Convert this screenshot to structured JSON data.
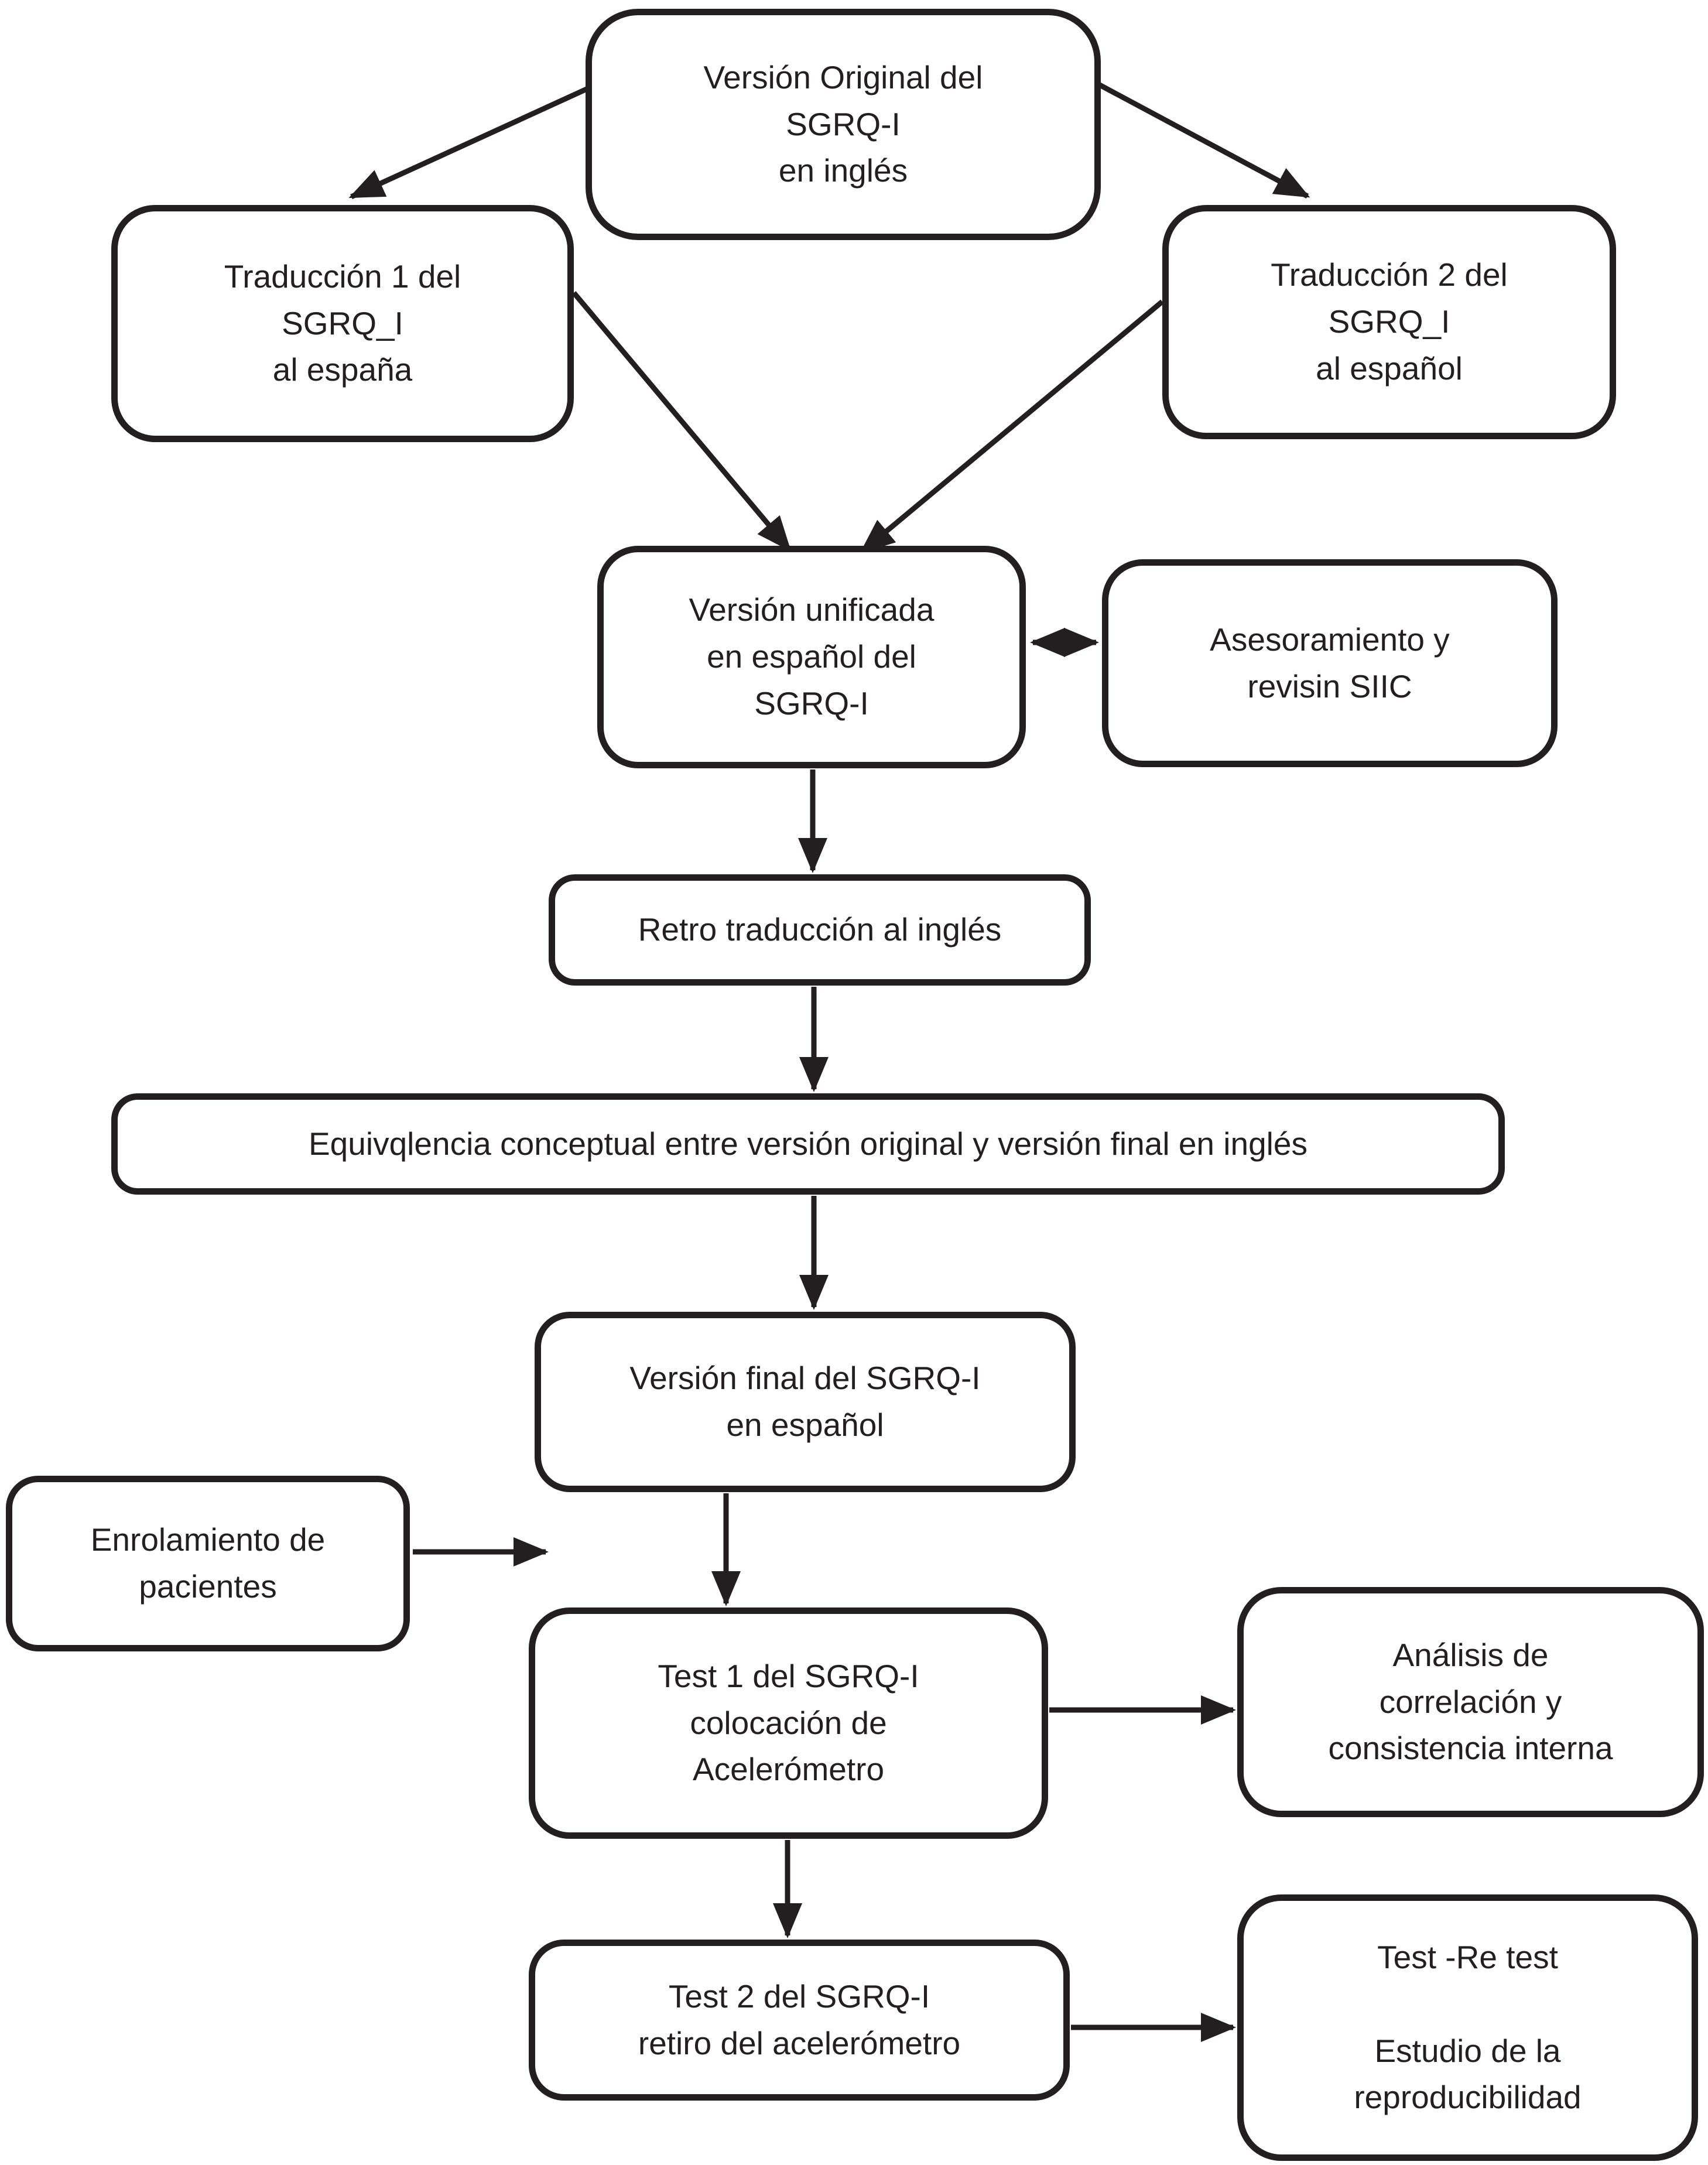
{
  "colors": {
    "line": "#231f20",
    "text": "#231f20",
    "background": "#ffffff"
  },
  "nodes": {
    "original": {
      "lines": [
        "Versión Original del",
        "SGRQ-I",
        "en inglés"
      ]
    },
    "traduccion1": {
      "lines": [
        "Traducción 1 del",
        "SGRQ_I",
        "al españa"
      ]
    },
    "traduccion2": {
      "lines": [
        "Traducción 2 del",
        "SGRQ_I",
        "al español"
      ]
    },
    "unificada": {
      "lines": [
        "Versión unificada",
        "en español del",
        "SGRQ-I"
      ]
    },
    "asesoramiento": {
      "lines": [
        "Asesoramiento y",
        "revisin SIIC"
      ]
    },
    "retro": {
      "lines": [
        "Retro traducción al inglés"
      ]
    },
    "equivalencia": {
      "lines": [
        "Equivqlencia conceptual entre versión original y versión final en inglés"
      ]
    },
    "final": {
      "lines": [
        "Versión final del SGRQ-I",
        "en español"
      ]
    },
    "enrolamiento": {
      "lines": [
        "Enrolamiento de",
        "pacientes"
      ]
    },
    "test1": {
      "lines": [
        "Test 1 del SGRQ-I",
        "colocación de",
        "Acelerómetro"
      ]
    },
    "analisis": {
      "lines": [
        "Análisis de",
        "correlación y",
        "consistencia interna"
      ]
    },
    "test2": {
      "lines": [
        "Test 2 del SGRQ-I",
        "retiro del acelerómetro"
      ]
    },
    "retest": {
      "lines": [
        "Test -Re test",
        "",
        "Estudio de la",
        "reproducibilidad"
      ]
    }
  },
  "edges": [
    {
      "from": "original",
      "to": "traduccion1",
      "bidirectional": false
    },
    {
      "from": "original",
      "to": "traduccion2",
      "bidirectional": false
    },
    {
      "from": "traduccion1",
      "to": "unificada",
      "bidirectional": false
    },
    {
      "from": "traduccion2",
      "to": "unificada",
      "bidirectional": false
    },
    {
      "from": "unificada",
      "to": "asesoramiento",
      "bidirectional": true
    },
    {
      "from": "unificada",
      "to": "retro",
      "bidirectional": false
    },
    {
      "from": "retro",
      "to": "equivalencia",
      "bidirectional": false
    },
    {
      "from": "equivalencia",
      "to": "final",
      "bidirectional": false
    },
    {
      "from": "final",
      "to": "test1",
      "bidirectional": false
    },
    {
      "from": "enrolamiento",
      "to": "test1",
      "bidirectional": false
    },
    {
      "from": "test1",
      "to": "analisis",
      "bidirectional": false
    },
    {
      "from": "test1",
      "to": "test2",
      "bidirectional": false
    },
    {
      "from": "test2",
      "to": "retest",
      "bidirectional": false
    }
  ]
}
